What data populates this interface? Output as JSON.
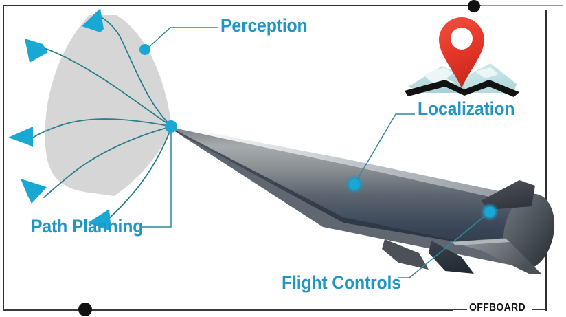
{
  "figure": {
    "title": "Autonomous missile system capability callout diagram",
    "background_color": "#ffffff",
    "label_color": "#2196c4",
    "accent_cyan": "#19a7d4",
    "line_teal": "#2b7f8c",
    "sector_gray": "#d4d4d4",
    "pin_red": "#e8392b",
    "map_blue": "#bedfe2",
    "border_color": "#3a3a3a"
  },
  "labels": {
    "perception": "Perception",
    "localization": "Localization",
    "path_planning": "Path Planning",
    "flight_controls": "Flight Controls"
  },
  "watermark": {
    "text": "OFFBOARD"
  },
  "icons": {
    "map_pin": "map-pin-icon",
    "folded_map": "folded-map-icon",
    "missile": "missile-icon",
    "sensor_sector": "sensor-cone-icon",
    "path_arrows": "path-arrow-icon",
    "callout_dot": "callout-dot-icon",
    "corner_dot": "corner-dot-icon"
  },
  "annotations": {
    "dot_count": 4,
    "path_arrow_count": 5,
    "corner_dot_count": 2
  }
}
